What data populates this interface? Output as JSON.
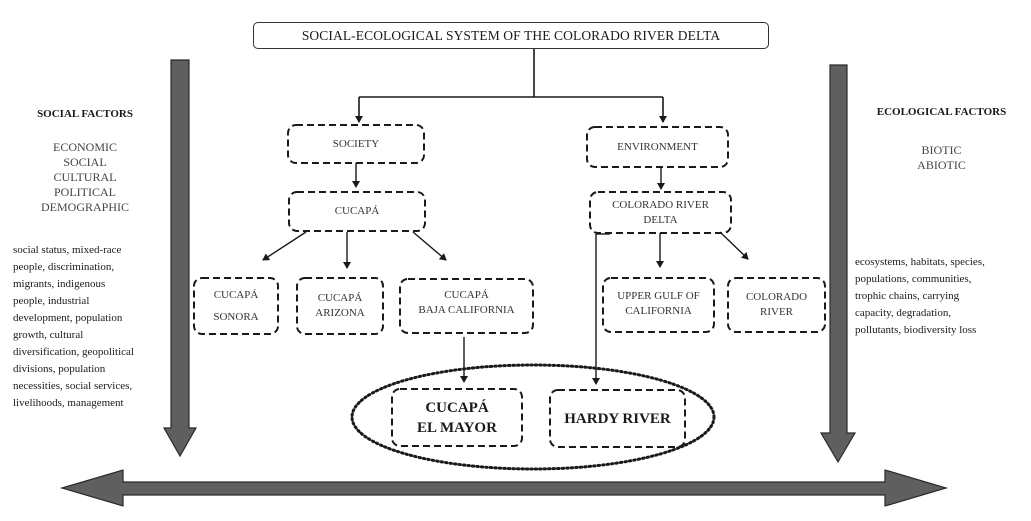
{
  "title": "SOCIAL-ECOLOGICAL SYSTEM OF THE COLORADO RIVER DELTA",
  "social": {
    "heading": "SOCIAL FACTORS",
    "categories": [
      "ECONOMIC",
      "SOCIAL",
      "CULTURAL",
      "POLITICAL",
      "DEMOGRAPHIC"
    ],
    "description_lines": [
      "social status, mixed-race",
      "people, discrimination,",
      "migrants, indigenous",
      "people, industrial",
      "development, population",
      "growth, cultural",
      "diversification, geopolitical",
      "divisions, population",
      "necessities, social services,",
      "livelihoods, management"
    ]
  },
  "ecological": {
    "heading": "ECOLOGICAL FACTORS",
    "categories": [
      "BIOTIC",
      "ABIOTIC"
    ],
    "description_lines": [
      "ecosystems, habitats, species,",
      "populations, communities,",
      "trophic chains, carrying",
      "capacity, degradation,",
      "pollutants, biodiversity loss"
    ]
  },
  "nodes": {
    "society": [
      "SOCIETY"
    ],
    "cucapa": [
      "CUCAPÁ"
    ],
    "cucapa_sonora": [
      "CUCAPÁ",
      "SONORA"
    ],
    "cucapa_arizona": [
      "CUCAPÁ",
      "ARIZONA"
    ],
    "cucapa_baja": [
      "CUCAPÁ",
      "BAJA CALIFORNIA"
    ],
    "environment": [
      "ENVIRONMENT"
    ],
    "delta": [
      "COLORADO RIVER",
      "DELTA"
    ],
    "upper_gulf": [
      "UPPER GULF OF",
      "CALIFORNIA"
    ],
    "colorado_river": [
      "COLORADO",
      "RIVER"
    ],
    "cucapa_el_mayor": [
      "CUCAPÁ",
      "EL MAYOR"
    ],
    "hardy_river": [
      "HARDY RIVER"
    ]
  },
  "colors": {
    "arrow_fill": "#5f5f5f",
    "arrow_stroke": "#2a2a2a",
    "line": "#1a1a1a"
  }
}
